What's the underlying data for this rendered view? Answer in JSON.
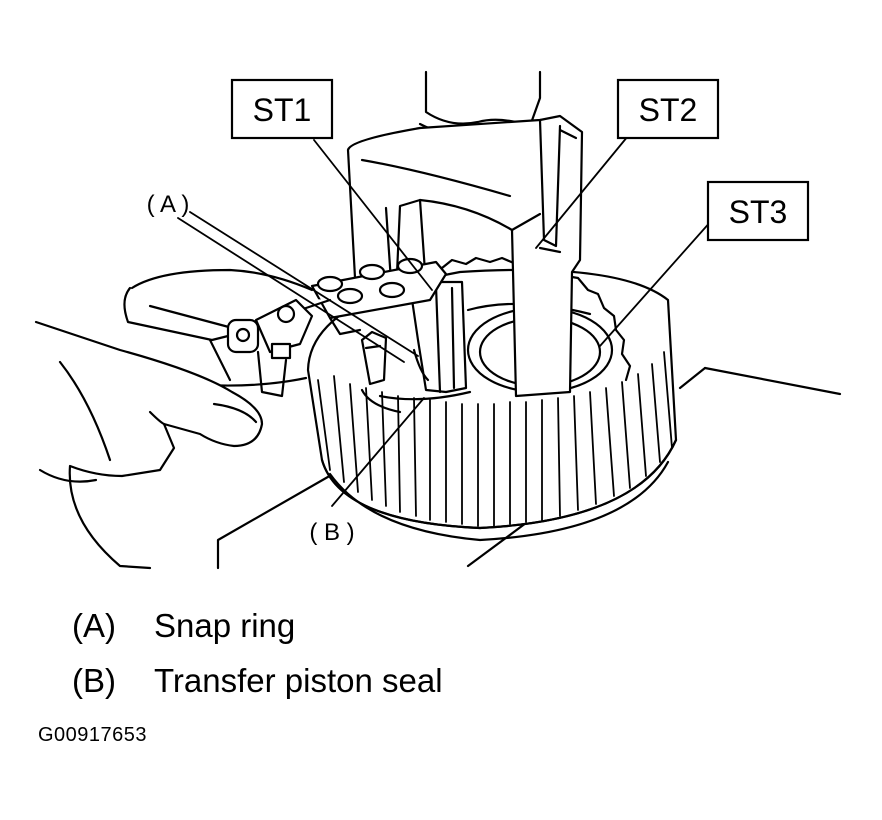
{
  "callouts": {
    "st1": "ST1",
    "st2": "ST2",
    "st3": "ST3",
    "a": "( A )",
    "b": "( B )"
  },
  "legend": [
    {
      "key": "(A)",
      "label": "Snap ring"
    },
    {
      "key": "(B)",
      "label": "Transfer piston seal"
    }
  ],
  "figure_id": "G00917653"
}
